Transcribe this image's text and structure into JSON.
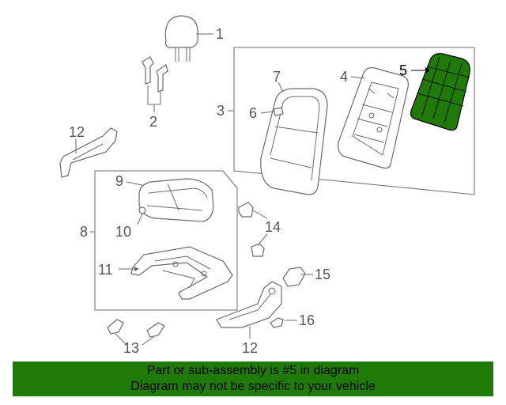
{
  "callouts": {
    "c1": "1",
    "c2": "2",
    "c3": "3",
    "c4": "4",
    "c5": "5",
    "c6": "6",
    "c7": "7",
    "c8": "8",
    "c9": "9",
    "c10": "10",
    "c11": "11",
    "c12a": "12",
    "c12b": "12",
    "c13": "13",
    "c14": "14",
    "c15": "15",
    "c16": "16"
  },
  "highlight": {
    "part": "5",
    "color": "#1f7a08"
  },
  "banner": {
    "line1": "Part or sub-assembly is #5 in diagram",
    "line2": "Diagram may not be specific to your vehicle",
    "background": "#1f7a08"
  }
}
